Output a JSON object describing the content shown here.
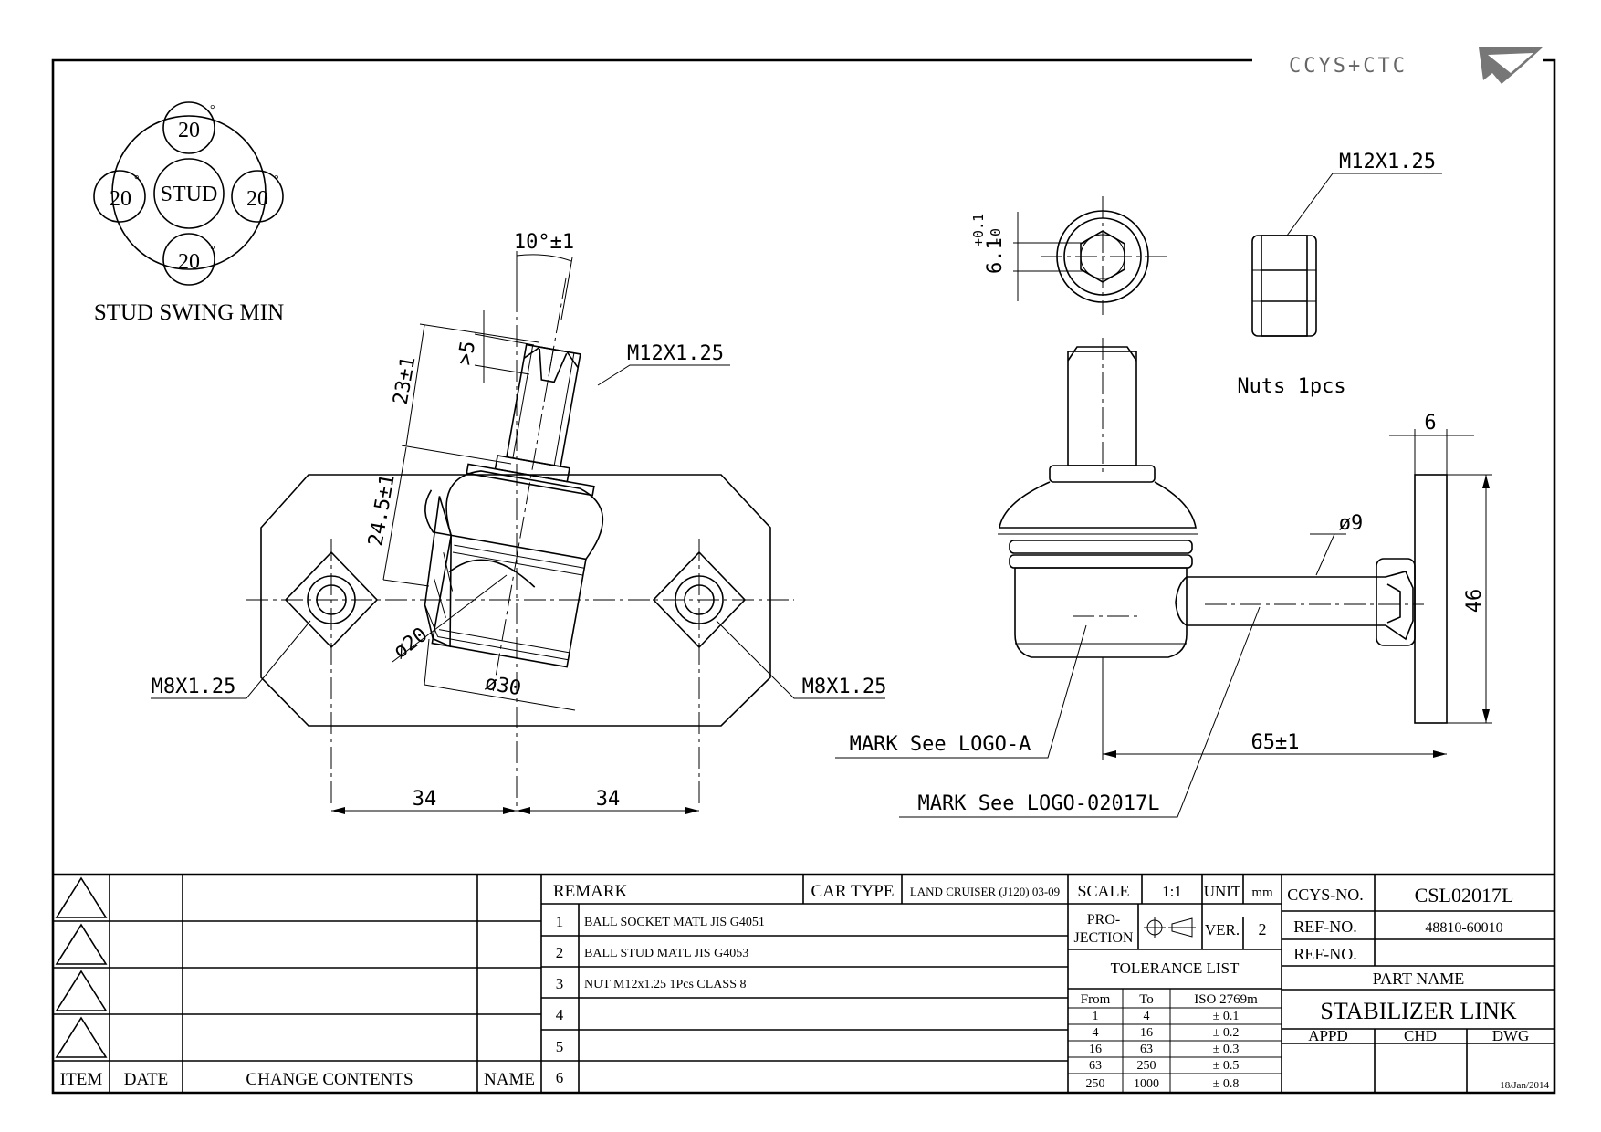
{
  "brand": {
    "logo_text": "CCYS+CTC"
  },
  "swing": {
    "title": "STUD SWING MIN",
    "center_label": "STUD",
    "angles": [
      "20",
      "20",
      "20",
      "20"
    ],
    "degree_mark": "°"
  },
  "dimensions": {
    "stud_angle": "10°±1",
    "gt5": ">5",
    "len_23": "23±1",
    "len_24_5": "24.5±1",
    "thread_left": "M12X1.25",
    "dia20": "ø20",
    "dia30": "ø30",
    "bolt_left": "M8X1.25",
    "bolt_right": "M8X1.25",
    "span_left": "34",
    "span_right": "34",
    "hex_dim_a": "6.1",
    "hex_dim_tol": "+0.1",
    "hex_dim_tol2": "-0",
    "nut_thread": "M12X1.25",
    "nut_note": "Nuts 1pcs",
    "flange_w": "6",
    "rod_dia": "ø9",
    "flange_h": "46",
    "rod_len": "65±1",
    "mark_a": "MARK See LOGO-A",
    "mark_b": "MARK See LOGO-02017L"
  },
  "revision_table": {
    "headers": [
      "ITEM",
      "DATE",
      "CHANGE CONTENTS",
      "NAME"
    ]
  },
  "remark_table": {
    "remark_label": "REMARK",
    "car_type_label": "CAR TYPE",
    "car_type_value": "LAND CRUISER (J120) 03-09",
    "rows": [
      {
        "no": "1",
        "text": "BALL SOCKET MATL JIS G4051"
      },
      {
        "no": "2",
        "text": "BALL STUD MATL JIS G4053"
      },
      {
        "no": "3",
        "text": "NUT M12x1.25 1Pcs CLASS 8"
      },
      {
        "no": "4",
        "text": ""
      },
      {
        "no": "5",
        "text": ""
      },
      {
        "no": "6",
        "text": ""
      }
    ]
  },
  "spec_table": {
    "scale_label": "SCALE",
    "scale_value": "1:1",
    "unit_label": "UNIT",
    "unit_value": "mm",
    "projection_label_1": "PRO-",
    "projection_label_2": "JECTION",
    "ver_label": "VER.",
    "ver_value": "2",
    "tolerance_title": "TOLERANCE LIST",
    "tol_headers": [
      "From",
      "To",
      "ISO 2769m"
    ],
    "tolerances": [
      {
        "from": "1",
        "to": "4",
        "tol": "± 0.1"
      },
      {
        "from": "4",
        "to": "16",
        "tol": "± 0.2"
      },
      {
        "from": "16",
        "to": "63",
        "tol": "± 0.3"
      },
      {
        "from": "63",
        "to": "250",
        "tol": "± 0.5"
      },
      {
        "from": "250",
        "to": "1000",
        "tol": "± 0.8"
      }
    ]
  },
  "title_block": {
    "ccys_no_label": "CCYS-NO.",
    "ccys_no_value": "CSL02017L",
    "ref_no_label": "REF-NO.",
    "ref_no_value": "48810-60010",
    "ref_no2_label": "REF-NO.",
    "ref_no2_value": "",
    "part_name_label": "PART NAME",
    "part_name_value": "STABILIZER LINK",
    "appd_label": "APPD",
    "chd_label": "CHD",
    "dwg_label": "DWG",
    "date_value": "18/Jan/2014"
  }
}
